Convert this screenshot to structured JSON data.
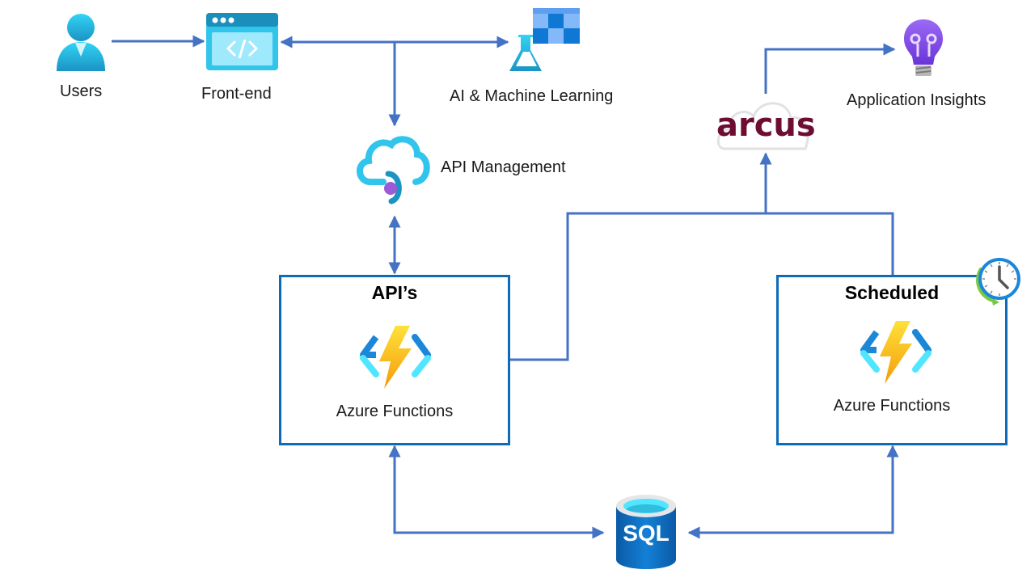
{
  "diagram": {
    "nodes": {
      "users": {
        "label": "Users",
        "icon": "user-icon"
      },
      "frontend": {
        "label": "Front-end",
        "icon": "web-code-icon"
      },
      "ai_ml": {
        "label": "AI & Machine Learning",
        "icon": "machine-learning-icon"
      },
      "api_management": {
        "label": "API Management",
        "icon": "api-management-icon"
      },
      "arcus": {
        "label": "arcus",
        "icon": "arcus-cloud-logo"
      },
      "app_insights": {
        "label": "Application Insights",
        "icon": "lightbulb-icon"
      },
      "apis_box": {
        "title": "API’s",
        "sublabel": "Azure Functions",
        "icon": "azure-functions-icon"
      },
      "scheduled_box": {
        "title": "Scheduled",
        "sublabel": "Azure Functions",
        "icon": "azure-functions-icon",
        "badge_icon": "clock-icon"
      },
      "sql": {
        "label": "SQL",
        "icon": "sql-database-icon"
      }
    },
    "edges": [
      {
        "from": "users",
        "to": "frontend",
        "direction": "one-way"
      },
      {
        "from": "frontend",
        "to": "ai_ml",
        "direction": "two-way"
      },
      {
        "from": "frontend",
        "to": "api_management",
        "direction": "one-way"
      },
      {
        "from": "api_management",
        "to": "apis_box",
        "direction": "two-way"
      },
      {
        "from": "apis_box",
        "to": "arcus",
        "direction": "one-way"
      },
      {
        "from": "scheduled_box",
        "to": "arcus",
        "direction": "one-way"
      },
      {
        "from": "arcus",
        "to": "app_insights",
        "direction": "one-way"
      },
      {
        "from": "apis_box",
        "to": "sql",
        "direction": "two-way"
      },
      {
        "from": "scheduled_box",
        "to": "sql",
        "direction": "two-way"
      }
    ],
    "colors": {
      "connector": "#4472c4",
      "box_border": "#0e6bb8",
      "arcus_brand": "#6d0d32",
      "azure_blue": "#0078d4",
      "azure_cyan": "#32d4f5",
      "functions_yellow": "#fcd116",
      "insights_purple": "#8b5cf6"
    }
  }
}
